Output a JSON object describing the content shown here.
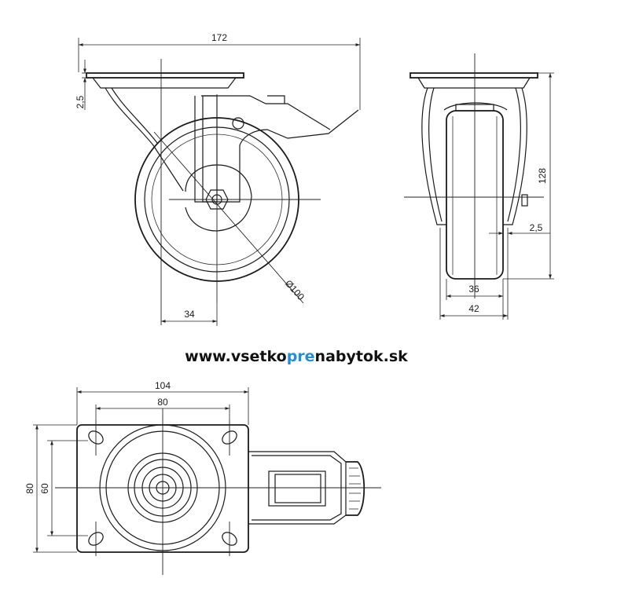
{
  "website": {
    "prefix": "www.vsetko",
    "highlight": "pre",
    "suffix": "nabytok.sk",
    "highlight_color": "#1e90d6",
    "text_color": "#111111"
  },
  "side_view": {
    "overall_width": "172",
    "plate_thickness": "2,5",
    "wheel_diameter": "Ø100",
    "offset": "34"
  },
  "front_view": {
    "overall_height": "128",
    "wheel_width": "36",
    "total_width": "42",
    "clearance": "2,5"
  },
  "top_view": {
    "plate_width": "104",
    "hole_spacing_x": "80",
    "plate_depth": "80",
    "hole_spacing_y": "60"
  }
}
